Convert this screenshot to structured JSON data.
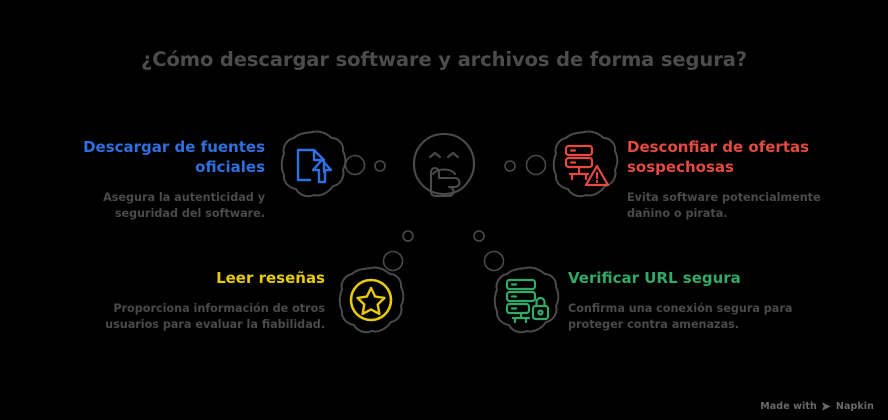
{
  "page": {
    "title": "¿Cómo descargar software y archivos de forma segura?",
    "background_color": "#000000",
    "title_color": "#4c4c4c"
  },
  "hub": {
    "icon": "thinking-face-icon",
    "stroke_color": "#4a4a4a"
  },
  "branches": [
    {
      "id": "official",
      "heading": "Descargar de fuentes oficiales",
      "body": "Asegura la autenticidad y seguridad del software.",
      "color": "#2f6fe0",
      "icon": "document-upload-icon",
      "align": "right"
    },
    {
      "id": "suspicious",
      "heading": "Desconfiar de ofertas sospechosas",
      "body": "Evita software potencialmente dañino o pirata.",
      "color": "#e24a42",
      "icon": "server-warning-icon",
      "align": "left"
    },
    {
      "id": "reviews",
      "heading": "Leer reseñas",
      "body": "Proporciona información de otros usuarios para evaluar la fiabilidad.",
      "color": "#e8ca0c",
      "icon": "star-badge-icon",
      "align": "right"
    },
    {
      "id": "url",
      "heading": "Verificar URL segura",
      "body": "Confirma una conexión segura para proteger contra amenazas.",
      "color": "#34a866",
      "icon": "server-lock-icon",
      "align": "left"
    }
  ],
  "connectors": {
    "color": "#4a4a4a",
    "style": "hollow-circles"
  },
  "watermark": {
    "text_before": "Made with",
    "brand": "Napkin",
    "logo": "napkin-logo-icon",
    "color": "#6a6a6a"
  }
}
